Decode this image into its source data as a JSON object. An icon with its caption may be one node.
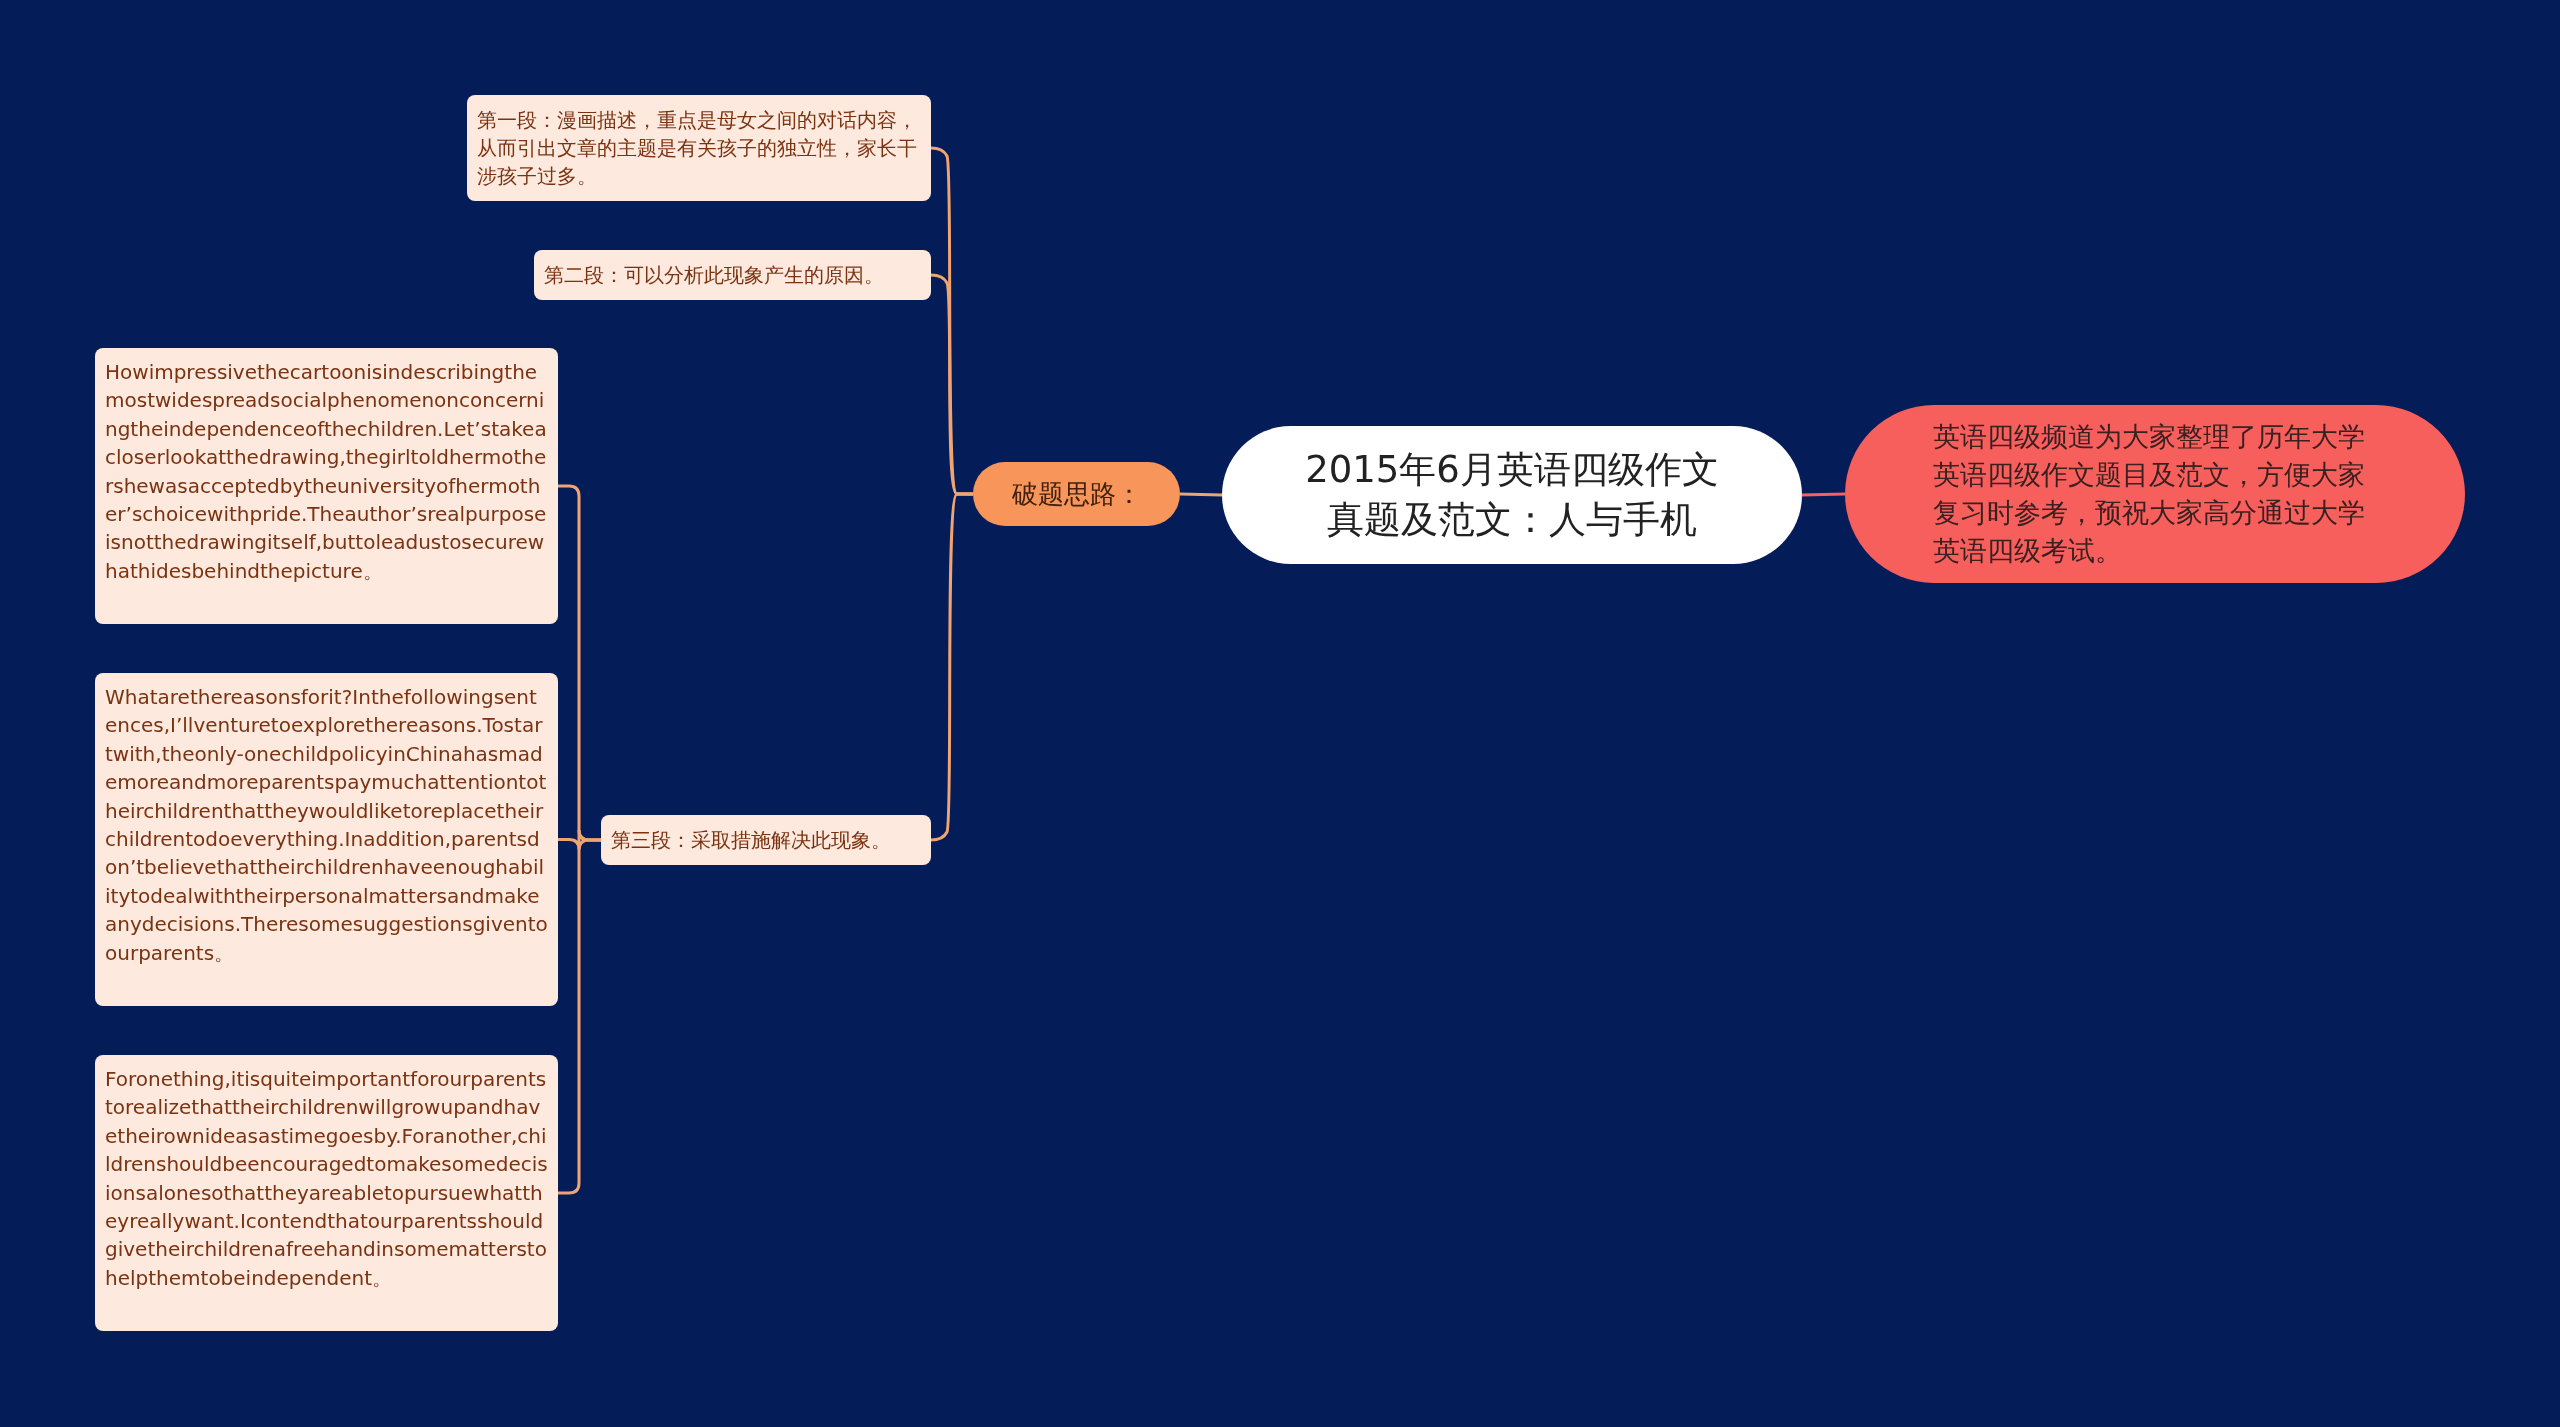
{
  "diagram": {
    "nodes": [
      {
        "text": [
          "2015年6月英语四级作文真题及范文：人与手机"
        ]
      },
      {
        "text": [
          "英语四级频道为大家整理了历年大学英语四级作文题目及范文，方便大家复习时参考，预祝大家高分通过大学英语四级考试。"
        ]
      },
      {
        "text": [
          "破题思路："
        ]
      },
      {
        "text": [
          "第一段：漫画描述，重点是母女之间的对话内容，从而引出文章的主题是有关孩子的独立性，家长干涉孩子过多。"
        ]
      },
      {
        "text": [
          "第二段：可以分析此现象产生的原因。"
        ]
      },
      {
        "text": [
          "第三段：采取措施解决此现象。"
        ]
      },
      {
        "text": [
          "Howimpressivethecartoonisindescribingthemostwidespreadsocialphenomenonconcerningtheindependenceofthechildren.Let’stakeacloserlookatthedrawing,thegirltoldhermothershewasacceptedbytheuniversityofhermother’schoicewithpride.Theauthor’srealpurposeisnotthedrawingitself,buttoleadustosecurewhathidesbehindthepicture。"
        ]
      },
      {
        "text": [
          "Whatarethereasonsforit?Inthefollowingsentences,I’llventuretoexplorethereasons.Tostartwith,theonly-onechildpolicyinChinahasmademoreandmoreparentspaymuchattentiontotheirchildrenthattheywouldliketoreplacetheirchildrentodoeverything.Inaddition,parentsdon’tbelievethattheirchildrenhaveenoughabilitytodealwiththeirpersonalmattersandmakeanydecisions.Theresomesuggestionsgiventoourparents。"
        ]
      },
      {
        "text": [
          "Foronething,itisquiteimportantforourparentstorealizethattheirchildrenwillgrowupandhavetheirownideasastimegoesby.Foranother,childrenshouldbeencouragedtomakesomedecisionsalonesothattheyareabletopursuewhattheyreallywant.Icontendthatourparentsshouldgivetheirchildrenafreehandinsomematterstohelpthemtobeindependent。"
        ]
      }
    ],
    "edges": [
      {
        "from": 0,
        "to": 1,
        "arrow": "none",
        "color": "#f4615f"
      },
      {
        "from": 0,
        "to": 2,
        "arrow": "none"
      },
      {
        "from": 2,
        "to": 3,
        "arrow": "none"
      },
      {
        "from": 2,
        "to": 4,
        "arrow": "none"
      },
      {
        "from": 2,
        "to": 5,
        "arrow": "none"
      },
      {
        "from": 5,
        "to": 6,
        "arrow": "none"
      },
      {
        "from": 5,
        "to": 7,
        "arrow": "none"
      },
      {
        "from": 5,
        "to": 8,
        "arrow": "none"
      }
    ]
  }
}
